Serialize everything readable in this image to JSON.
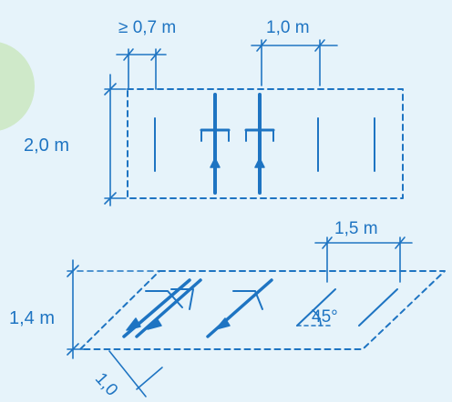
{
  "colors": {
    "background": "#e6f3fa",
    "ink": "#1e74c2",
    "accent_circle": "#cfe9c9"
  },
  "top_diagram": {
    "min_gap_label": "≥ 0,7 m",
    "spacing_label": "1,0 m",
    "depth_label": "2,0 m"
  },
  "bottom_diagram": {
    "spacing_label": "1,5 m",
    "depth_label": "1,4 m",
    "angle_label": "45°",
    "side_spacing_label": "1,0"
  }
}
